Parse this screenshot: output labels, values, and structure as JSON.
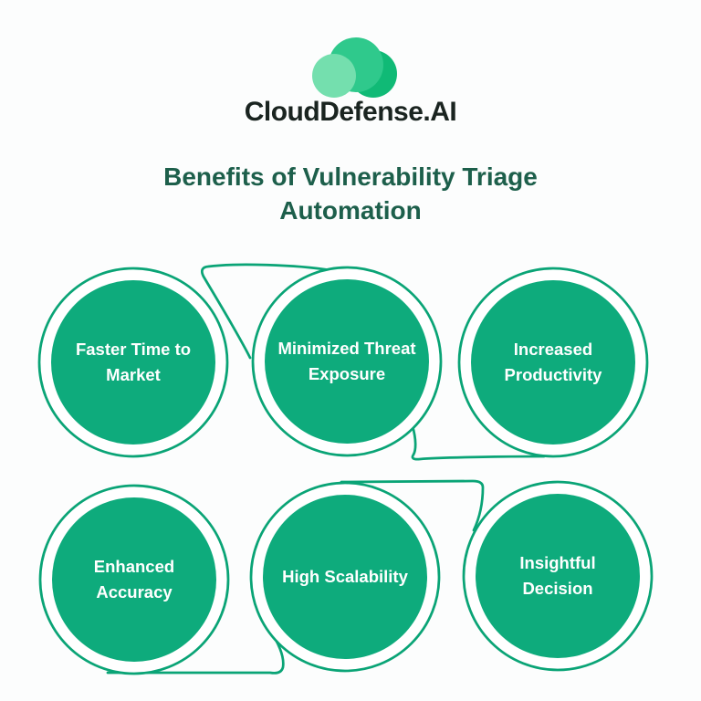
{
  "logo": {
    "brand": "CloudDefense.AI",
    "cloud_icon_colors": {
      "back_circle": "#10ba76",
      "middle_circle": "#2fc98c",
      "front_circle": "#74dfae"
    }
  },
  "title": {
    "line1": "Benefits of Vulnerability Triage",
    "line2": "Automation",
    "color": "#1d5f4b"
  },
  "colors": {
    "background": "#fcfdfd",
    "circle_fill": "#0eab7c",
    "ring_stroke": "#0aa476",
    "label_text": "#ffffff",
    "brand_text": "#1a2420"
  },
  "benefits": [
    {
      "label": "Faster Time to Market",
      "line1": "Faster Time to",
      "line2": "Market"
    },
    {
      "label": "Minimized Threat Exposure",
      "line1": "Minimized Threat",
      "line2": "Exposure"
    },
    {
      "label": "Increased Productivity",
      "line1": "Increased",
      "line2": "Productivity"
    },
    {
      "label": "Enhanced Accuracy",
      "line1": "Enhanced",
      "line2": "Accuracy"
    },
    {
      "label": "High Scalability",
      "line1": "High Scalability",
      "line2": ""
    },
    {
      "label": "Insightful Decision",
      "line1": "Insightful",
      "line2": "Decision"
    }
  ]
}
